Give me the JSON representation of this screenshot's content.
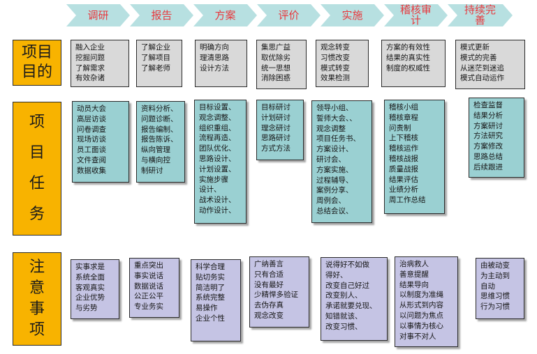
{
  "stages": [
    "调研",
    "报告",
    "方案",
    "评价",
    "实施",
    "稽核审计",
    "持续完善"
  ],
  "row_headers": {
    "goal": "项目目的",
    "task": "项目任务",
    "note": "注意事项"
  },
  "goal": [
    "融入企业\n挖掘问题\n了解需求\n有效杂诸",
    "了解企业\n了解项目\n了解老师",
    "明确方向\n理清思路\n设计方法",
    "集思广益\n取优除劣\n统一思想\n消除困惑",
    "观念转变\n习惯改变\n模式转变\n效果检测",
    "方案的有效性\n结果的真实性\n制度的权威性",
    "模式更新\n模式的完善\n从迷茫到迷追\n模式自动运作"
  ],
  "task": [
    "动员大会\n高层访谈\n问卷调查\n现场访谈\n员工面谈\n文件查阅\n数据收集",
    "资料分析、\n问题诊断、\n报告编制、\n报告陈诉、\n纵向管理\n与横向控\n制研讨",
    "目标设置、\n观念调整、\n组织重组、\n流程再造、\n团队优化、\n思路设计、\n计划设置、\n实施步骤\n设计、\n战术设计、\n动作设计、",
    "目标研讨\n计划研讨\n理念研讨\n思路研讨\n方式方法",
    "领导小组、\n誓师大会、、\n观念调整\n项目任务书、\n方案设计、\n研讨会、\n方案实施、\n过程辅导、\n案例分享、\n周例会、\n总结会议、",
    "稽核小组\n稽核章程\n问责制\n上下稽核\n稽核运作\n稽核战报\n质量战报\n结果评估\n业绩分析\n周工作总结",
    "检查监督\n结果分析\n方案研讨\n方法研究\n方案修改\n思路总结\n后续跟进"
  ],
  "note": [
    "实事求是\n系统全面\n客观真实\n企业优势\n与劣势",
    "重点突出\n事实说话\n数据说话\n公正公平\n专业务实",
    "科学合理\n贴切务实\n简洁明了\n系统完整\n易操作\n企业个性",
    "广纳善言\n只有合适\n没有最好\n少精悍多验证\n去伪存真\n观念改变",
    "说得好不如做\n得好、\n改变自己好过\n改变别人、\n承诺就要兑现、\n知错就该、\n改变习惯、",
    "治病救人\n善意提醒\n结果导向\n以制度为准绳\n从形式到内容\n以问题为焦点\n以事情为核心\n对事不对人",
    "由被动变\n为主动到\n自动\n思维习惯\n行为习惯"
  ]
}
